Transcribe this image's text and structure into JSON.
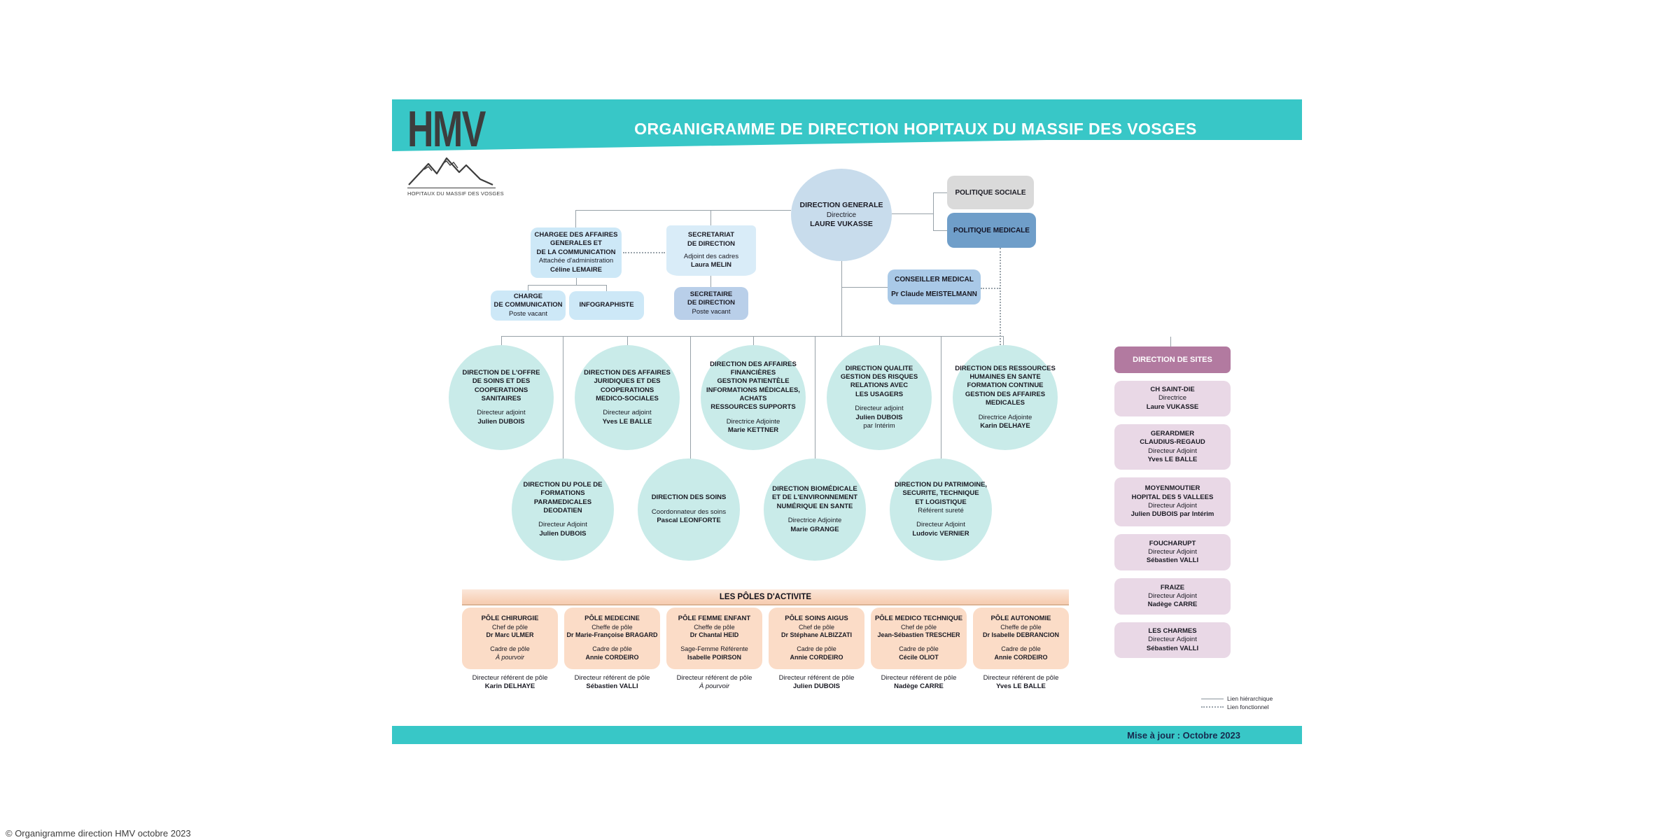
{
  "page": {
    "copyright": "© Organigramme direction HMV octobre 2023"
  },
  "header": {
    "title": "ORGANIGRAMME DE DIRECTION HOPITAUX DU MASSIF DES VOSGES",
    "logo": {
      "acronym": "HMV",
      "tagline": "HOPITAUX DU MASSIF DES VOSGES"
    }
  },
  "direction_generale": {
    "title": "DIRECTION GENERALE",
    "role": "Directrice",
    "name": "LAURE VUKASSE"
  },
  "politique": [
    {
      "label": "POLITIQUE SOCIALE"
    },
    {
      "label": "POLITIQUE MEDICALE"
    }
  ],
  "conseiller_medical": {
    "title": "CONSEILLER MEDICAL",
    "name": "Pr Claude MEISTELMANN"
  },
  "staff": {
    "chargee_affaires": {
      "title": "CHARGEE DES AFFAIRES\nGENERALES ET\nDE LA COMMUNICATION",
      "role": "Attachée d'administration",
      "name": "Céline LEMAIRE"
    },
    "secretariat": {
      "title": "SECRETARIAT\nDE DIRECTION",
      "role": "Adjoint des cadres",
      "name": "Laura MELIN"
    },
    "charge_communication": {
      "title": "CHARGE\nDE COMMUNICATION",
      "status": "Poste vacant"
    },
    "infographiste": {
      "title": "INFOGRAPHISTE"
    },
    "secretaire_direction": {
      "title": "SECRETAIRE\nDE DIRECTION",
      "status": "Poste vacant"
    }
  },
  "directions_row1": [
    {
      "title": "DIRECTION DE L'OFFRE\nDE SOINS ET DES\nCOOPERATIONS\nSANITAIRES",
      "role": "Directeur adjoint",
      "name": "Julien DUBOIS",
      "extra": ""
    },
    {
      "title": "DIRECTION DES AFFAIRES\nJURIDIQUES ET DES\nCOOPERATIONS\nMEDICO-SOCIALES",
      "role": "Directeur adjoint",
      "name": "Yves LE BALLE",
      "extra": ""
    },
    {
      "title": "DIRECTION DES AFFAIRES\nFINANCIÈRES\nGESTION PATIENTÈLE\nINFORMATIONS MÉDICALES,\nACHATS\nRESSOURCES SUPPORTS",
      "role": "Directrice Adjointe",
      "name": "Marie KETTNER",
      "extra": ""
    },
    {
      "title": "DIRECTION QUALITE\nGESTION DES RISQUES\nRELATIONS AVEC\nLES USAGERS",
      "role": "Directeur adjoint",
      "name": "Julien DUBOIS",
      "extra": "par Intérim"
    },
    {
      "title": "DIRECTION DES RESSOURCES\nHUMAINES EN SANTE\nFORMATION CONTINUE\nGESTION DES AFFAIRES\nMEDICALES",
      "role": "Directrice Adjointe",
      "name": "Karin DELHAYE",
      "extra": ""
    }
  ],
  "directions_row2": [
    {
      "title": "DIRECTION DU POLE DE\nFORMATIONS PARAMEDICALES\nDEODATIEN",
      "subtitle": "",
      "role": "Directeur Adjoint",
      "name": "Julien DUBOIS"
    },
    {
      "title": "DIRECTION DES SOINS",
      "subtitle": "",
      "role": "Coordonnateur des soins",
      "name": "Pascal LEONFORTE"
    },
    {
      "title": "DIRECTION BIOMÉDICALE\nET DE L'ENVIRONNEMENT\nNUMÉRIQUE EN SANTE",
      "subtitle": "",
      "role": "Directrice Adjointe",
      "name": "Marie GRANGE"
    },
    {
      "title": "DIRECTION DU PATRIMOINE,\nSECURITE, TECHNIQUE\nET LOGISTIQUE",
      "subtitle": "Référent sureté",
      "role": "Directeur Adjoint",
      "name": "Ludovic VERNIER"
    }
  ],
  "sites": {
    "header": "DIRECTION DE SITES",
    "items": [
      {
        "name": "CH SAINT-DIE",
        "role": "Directrice",
        "person": "Laure VUKASSE"
      },
      {
        "name": "GERARDMER\nCLAUDIUS-REGAUD",
        "role": "Directeur Adjoint",
        "person": "Yves LE BALLE"
      },
      {
        "name": "MOYENMOUTIER\nHOPITAL DES 5 VALLEES",
        "role": "Directeur Adjoint",
        "person": "Julien DUBOIS par Intérim"
      },
      {
        "name": "FOUCHARUPT",
        "role": "Directeur Adjoint",
        "person": "Sébastien VALLI"
      },
      {
        "name": "FRAIZE",
        "role": "Directeur Adjoint",
        "person": "Nadège CARRE"
      },
      {
        "name": "LES CHARMES",
        "role": "Directeur Adjoint",
        "person": "Sébastien VALLI"
      }
    ]
  },
  "poles": {
    "banner": "LES PÔLES D'ACTIVITE",
    "referent_label": "Directeur référent de pôle",
    "items": [
      {
        "title": "PÔLE CHIRURGIE",
        "chief_role": "Chef de pôle",
        "chief": "Dr Marc ULMER",
        "cadre_role": "Cadre de pôle",
        "cadre": "À pourvoir",
        "cadre_italic": true,
        "referent": "Karin DELHAYE"
      },
      {
        "title": "PÔLE MEDECINE",
        "chief_role": "Cheffe de pôle",
        "chief": "Dr Marie-Françoise BRAGARD",
        "cadre_role": "Cadre de pôle",
        "cadre": "Annie CORDEIRO",
        "referent": "Sébastien VALLI"
      },
      {
        "title": "PÔLE FEMME ENFANT",
        "chief_role": "Cheffe de pôle",
        "chief": "Dr Chantal HEID",
        "cadre_role": "Sage-Femme Référente",
        "cadre": "Isabelle POIRSON",
        "referent": "À pourvoir",
        "referent_italic": true
      },
      {
        "title": "PÔLE SOINS AIGUS",
        "chief_role": "Chef de pôle",
        "chief": "Dr Stéphane ALBIZZATI",
        "cadre_role": "Cadre de pôle",
        "cadre": "Annie CORDEIRO",
        "referent": "Julien DUBOIS"
      },
      {
        "title": "PÔLE MEDICO TECHNIQUE",
        "chief_role": "Chef de pôle",
        "chief": "Jean-Sébastien TRESCHER",
        "cadre_role": "Cadre de pôle",
        "cadre": "Cécile OLIOT",
        "referent": "Nadège CARRE"
      },
      {
        "title": "PÔLE AUTONOMIE",
        "chief_role": "Cheffe de pôle",
        "chief": "Dr Isabelle DEBRANCION",
        "cadre_role": "Cadre de pôle",
        "cadre": "Annie CORDEIRO",
        "referent": "Yves LE BALLE"
      }
    ]
  },
  "legend": [
    {
      "label": "Lien hiérarchique",
      "style": "solid"
    },
    {
      "label": "Lien fonctionnel",
      "style": "dotted"
    }
  ],
  "footer": {
    "update": "Mise à jour : Octobre 2023"
  }
}
